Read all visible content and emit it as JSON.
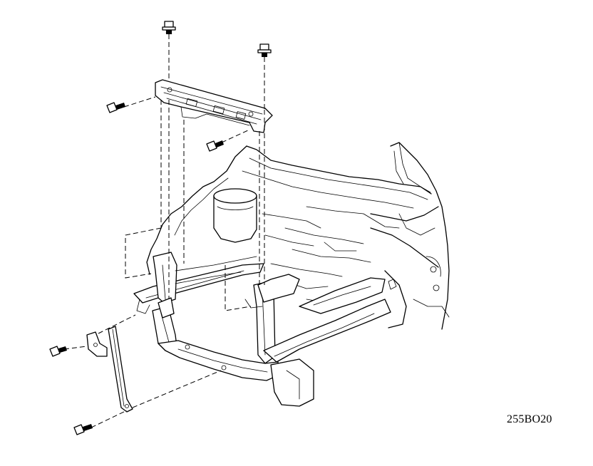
{
  "figure": {
    "code": "255BO20",
    "components": [
      "radiator-support-upper",
      "radiator-support-assembly",
      "vehicle-body-front",
      "support-bracket"
    ],
    "fasteners": [
      "bolt",
      "bolt",
      "bolt",
      "bolt",
      "bolt",
      "bolt"
    ]
  }
}
